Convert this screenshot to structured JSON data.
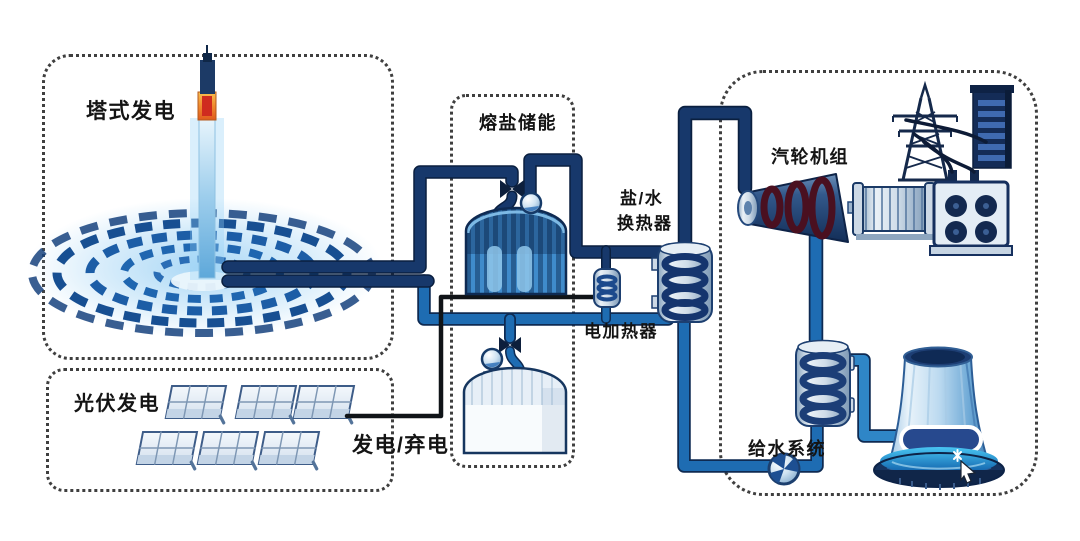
{
  "labels": {
    "tower_box": "塔式发电",
    "pv_box": "光伏发电",
    "salt_box": "熔盐储能",
    "pv_output": "发电/弃电",
    "hx_line1": "盐/水",
    "hx_line2": "换热器",
    "electric_heater": "电加热器",
    "turbine": "汽轮机组",
    "feedwater": "给水系统"
  },
  "colors": {
    "hot_salt_pipe": "#17386b",
    "cold_salt_pipe": "#1e6cb2",
    "cooling_water_pipe": "#2f86c7",
    "electric_wire": "#101418",
    "box_border": "#3f3f3f",
    "label_text": "#141414",
    "tank_hot": "#3f8bcb",
    "tank_cold": "#f8fbfd",
    "receiver_orange": "#f08a2e"
  }
}
